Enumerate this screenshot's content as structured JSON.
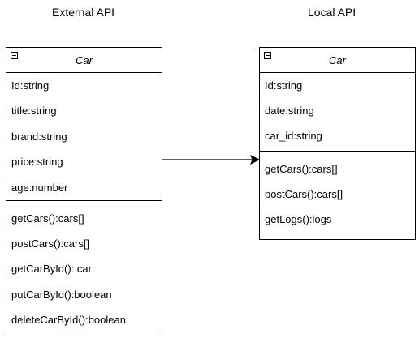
{
  "groups": {
    "external_label": "External API",
    "local_label": "Local API"
  },
  "external_class": {
    "name": "Car",
    "attributes": [
      "Id:string",
      "title:string",
      "brand:string",
      "price:string",
      "age:number"
    ],
    "methods": [
      "getCars():cars[]",
      "postCars():cars[]",
      "getCarById(): car",
      "putCarById():boolean",
      "deleteCarById():boolean"
    ]
  },
  "local_class": {
    "name": "Car",
    "attributes": [
      "Id:string",
      "date:string",
      "car_id:string"
    ],
    "methods": [
      "getCars():cars[]",
      "postCars():cars[]",
      "getLogs():logs"
    ]
  },
  "colors": {
    "stroke": "#000000",
    "background": "#ffffff"
  }
}
